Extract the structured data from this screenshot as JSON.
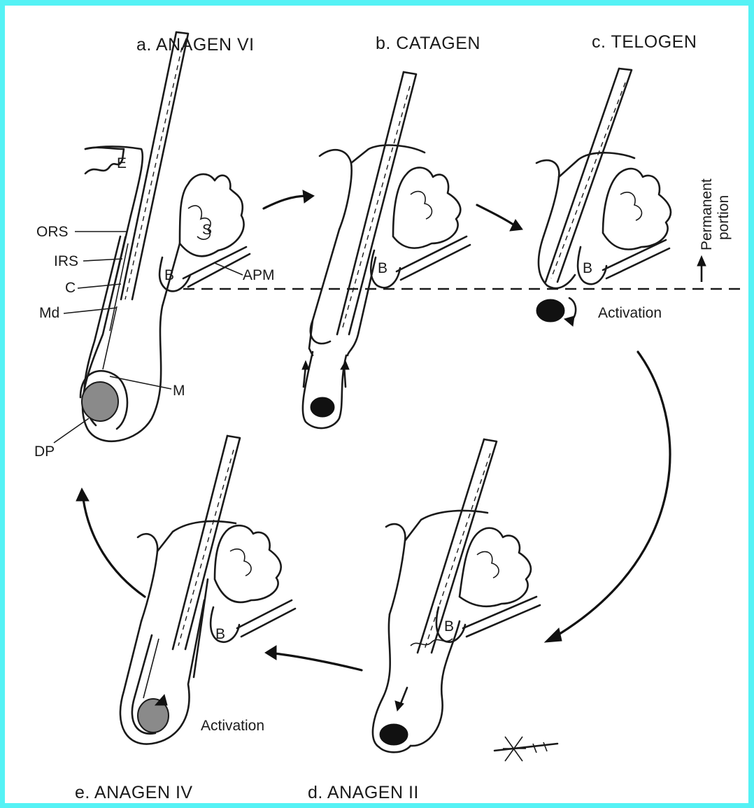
{
  "stages": {
    "a": "a. ANAGEN VI",
    "b": "b. CATAGEN",
    "c": "c. TELOGEN",
    "d": "d. ANAGEN II",
    "e": "e. ANAGEN IV"
  },
  "labels": {
    "E": "E",
    "ORS": "ORS",
    "IRS": "IRS",
    "C": "C",
    "Md": "Md",
    "S": "S",
    "B": "B",
    "APM": "APM",
    "M": "M",
    "DP": "DP",
    "activation": "Activation",
    "permanent_line1": "Permanent",
    "permanent_line2": "portion"
  }
}
